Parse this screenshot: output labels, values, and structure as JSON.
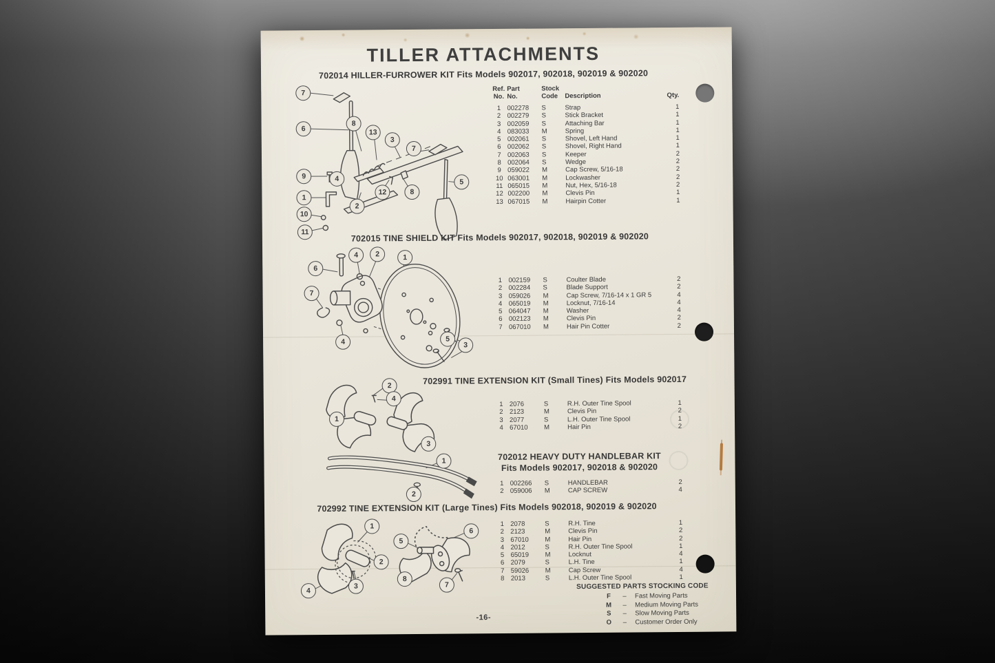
{
  "colors": {
    "paper": "#eae6dc",
    "ink": "#3c3c3c",
    "photo_background_gray": "#6f6f6f",
    "annotation_orange": "#a9631c"
  },
  "page": {
    "title": "TILLER ATTACHMENTS",
    "page_number": "-16-",
    "columns": {
      "ref1": "Ref.",
      "ref2": "No.",
      "part1": "Part",
      "part2": "No.",
      "stock1": "Stock",
      "stock2": "Code",
      "description": "Description",
      "qty": "Qty."
    },
    "sections": [
      {
        "heading": "702014 HILLER-FURROWER KIT Fits Models 902017, 902018, 902019 & 902020",
        "callouts": [
          "7",
          "6",
          "8",
          "13",
          "3",
          "7",
          "5",
          "9",
          "4",
          "1",
          "12",
          "8",
          "2",
          "10",
          "11"
        ],
        "rows": [
          [
            "1",
            "002278",
            "S",
            "Strap",
            "1"
          ],
          [
            "2",
            "002279",
            "S",
            "Stick Bracket",
            "1"
          ],
          [
            "3",
            "002059",
            "S",
            "Attaching Bar",
            "1"
          ],
          [
            "4",
            "083033",
            "M",
            "Spring",
            "1"
          ],
          [
            "5",
            "002061",
            "S",
            "Shovel, Left Hand",
            "1"
          ],
          [
            "6",
            "002062",
            "S",
            "Shovel, Right Hand",
            "1"
          ],
          [
            "7",
            "002063",
            "S",
            "Keeper",
            "2"
          ],
          [
            "8",
            "002064",
            "S",
            "Wedge",
            "2"
          ],
          [
            "9",
            "059022",
            "M",
            "Cap Screw, 5/16-18",
            "2"
          ],
          [
            "10",
            "063001",
            "M",
            "Lockwasher",
            "2"
          ],
          [
            "11",
            "065015",
            "M",
            "Nut, Hex, 5/16-18",
            "2"
          ],
          [
            "12",
            "002200",
            "M",
            "Clevis Pin",
            "1"
          ],
          [
            "13",
            "067015",
            "M",
            "Hairpin Cotter",
            "1"
          ]
        ]
      },
      {
        "heading": "702015 TINE SHIELD KIT Fits Models  902017, 902018, 902019 & 902020",
        "callouts": [
          "6",
          "4",
          "2",
          "1",
          "7",
          "4",
          "5",
          "3"
        ],
        "rows": [
          [
            "1",
            "002159",
            "S",
            "Coulter Blade",
            "2"
          ],
          [
            "2",
            "002284",
            "S",
            "Blade Support",
            "2"
          ],
          [
            "3",
            "059026",
            "M",
            "Cap Screw, 7/16-14 x 1 GR 5",
            "4"
          ],
          [
            "4",
            "065019",
            "M",
            "Locknut, 7/16-14",
            "4"
          ],
          [
            "5",
            "064047",
            "M",
            "Washer",
            "4"
          ],
          [
            "6",
            "002123",
            "M",
            "Clevis Pin",
            "2"
          ],
          [
            "7",
            "067010",
            "M",
            "Hair Pin Cotter",
            "2"
          ]
        ]
      },
      {
        "heading": "702991 TINE EXTENSION KIT (Small Tines)  Fits Models 902017",
        "callouts": [
          "2",
          "4",
          "1",
          "3"
        ],
        "rows": [
          [
            "1",
            "2076",
            "S",
            "R.H. Outer Tine Spool",
            "1"
          ],
          [
            "2",
            "2123",
            "M",
            "Clevis Pin",
            "2"
          ],
          [
            "3",
            "2077",
            "S",
            "L.H. Outer Tine Spool",
            "1"
          ],
          [
            "4",
            "67010",
            "M",
            "Hair Pin",
            "2"
          ]
        ]
      },
      {
        "heading_line1": "702012 HEAVY DUTY HANDLEBAR KIT",
        "heading_line2": "Fits Models 902017, 902018 & 902020",
        "callouts": [
          "1",
          "2"
        ],
        "rows": [
          [
            "1",
            "002266",
            "S",
            "HANDLEBAR",
            "2"
          ],
          [
            "2",
            "059006",
            "M",
            "CAP SCREW",
            "4"
          ]
        ]
      },
      {
        "heading": "702992 TINE EXTENSION KIT (Large Tines) Fits Models 902018, 902019 & 902020",
        "callouts": [
          "1",
          "2",
          "4",
          "3",
          "5",
          "6",
          "8",
          "7"
        ],
        "rows": [
          [
            "1",
            "2078",
            "S",
            "R.H. Tine",
            "1"
          ],
          [
            "2",
            "2123",
            "M",
            "Clevis Pin",
            "2"
          ],
          [
            "3",
            "67010",
            "M",
            "Hair Pin",
            "2"
          ],
          [
            "4",
            "2012",
            "S",
            "R.H. Outer Tine Spool",
            "1"
          ],
          [
            "5",
            "65019",
            "M",
            "Locknut",
            "4"
          ],
          [
            "6",
            "2079",
            "S",
            "L.H. Tine",
            "1"
          ],
          [
            "7",
            "59026",
            "M",
            "Cap Screw",
            "4"
          ],
          [
            "8",
            "2013",
            "S",
            "L.H. Outer Tine Spool",
            "1"
          ]
        ]
      }
    ],
    "stocking_code": {
      "title": "SUGGESTED PARTS STOCKING CODE",
      "separator": "–",
      "entries": [
        {
          "code": "F",
          "label": "Fast Moving Parts"
        },
        {
          "code": "M",
          "label": "Medium Moving Parts"
        },
        {
          "code": "S",
          "label": "Slow Moving Parts"
        },
        {
          "code": "O",
          "label": "Customer Order Only"
        }
      ]
    }
  }
}
